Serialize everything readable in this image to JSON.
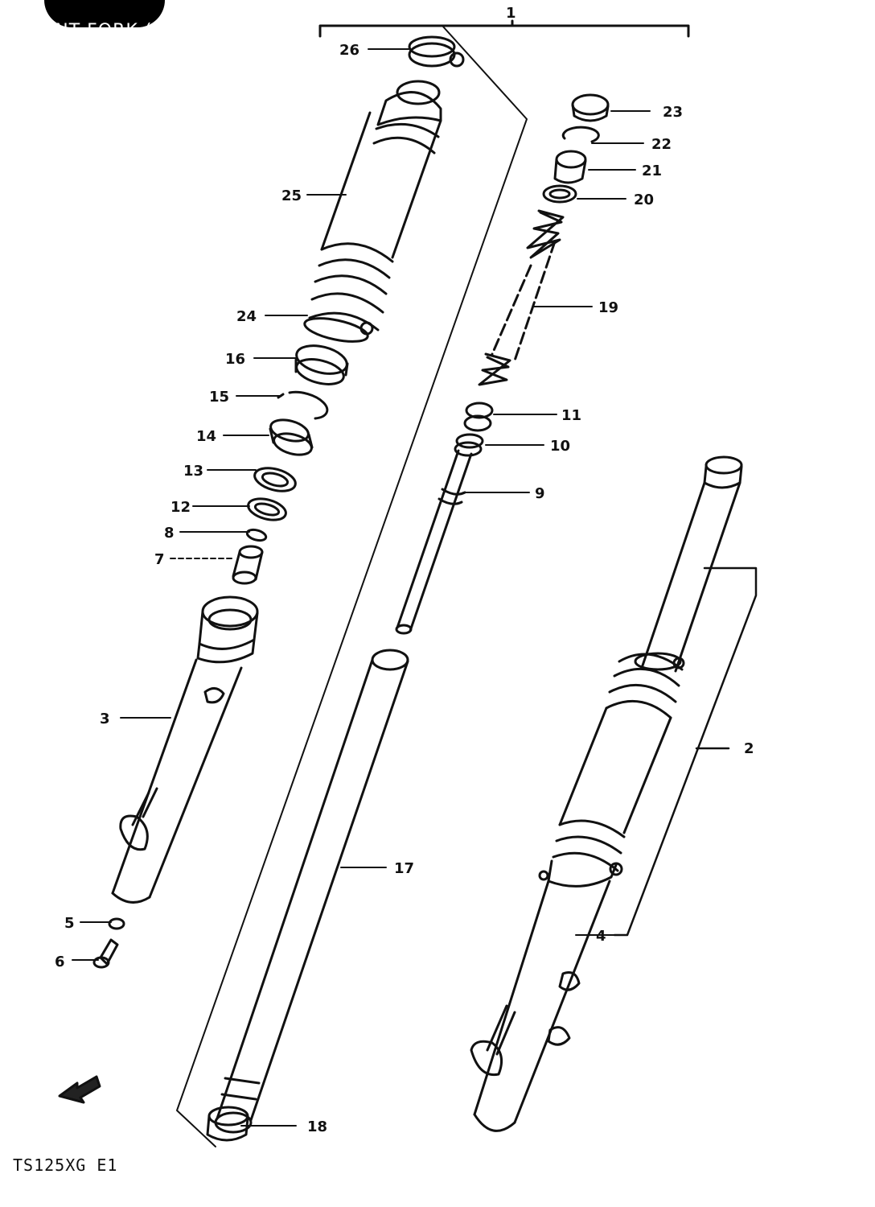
{
  "header": {
    "title": "FRONT FORK (MODEL F·G)"
  },
  "footer": {
    "model_code": "TS125XG  E1"
  },
  "callouts": {
    "c1": "1",
    "c2": "2",
    "c3": "3",
    "c4": "4",
    "c5": "5",
    "c6": "6",
    "c7": "7",
    "c8": "8",
    "c9": "9",
    "c10": "10",
    "c11": "11",
    "c12": "12",
    "c13": "13",
    "c14": "14",
    "c15": "15",
    "c16": "16",
    "c17": "17",
    "c18": "18",
    "c19": "19",
    "c20": "20",
    "c21": "21",
    "c22": "22",
    "c23": "23",
    "c24": "24",
    "c25": "25",
    "c26": "26"
  },
  "icons": {
    "front_arrow": "front-direction-arrow-icon"
  }
}
